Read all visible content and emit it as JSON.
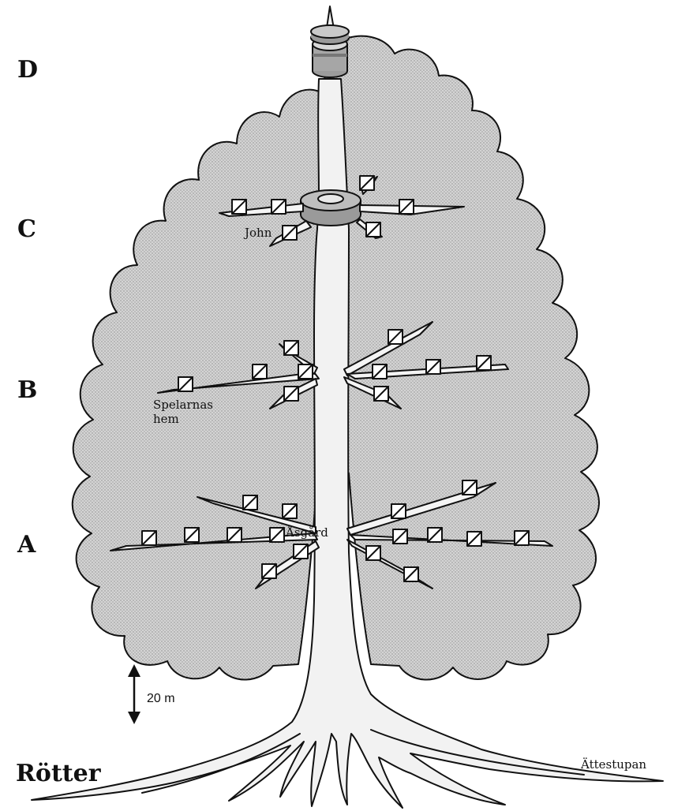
{
  "levels": [
    {
      "id": "D",
      "label": "D"
    },
    {
      "id": "C",
      "label": "C"
    },
    {
      "id": "B",
      "label": "B"
    },
    {
      "id": "A",
      "label": "A"
    }
  ],
  "roots_label": "Rötter",
  "scale_label": "20 m",
  "places": {
    "john": "John",
    "spelarnas_line1": "Spelarnas",
    "spelarnas_line2": "hem",
    "asgard": "Åsgård",
    "attestupan": "Ättestupan"
  },
  "colors": {
    "ink": "#111111",
    "canopy_fill": "#cfcfcf",
    "trunk_fill": "#efefef",
    "ring_fill": "#a9a9a9",
    "background": "#ffffff"
  },
  "icons": {
    "house_marker": "square-with-diagonal-icon",
    "scale_arrow": "double-headed-arrow-icon"
  }
}
